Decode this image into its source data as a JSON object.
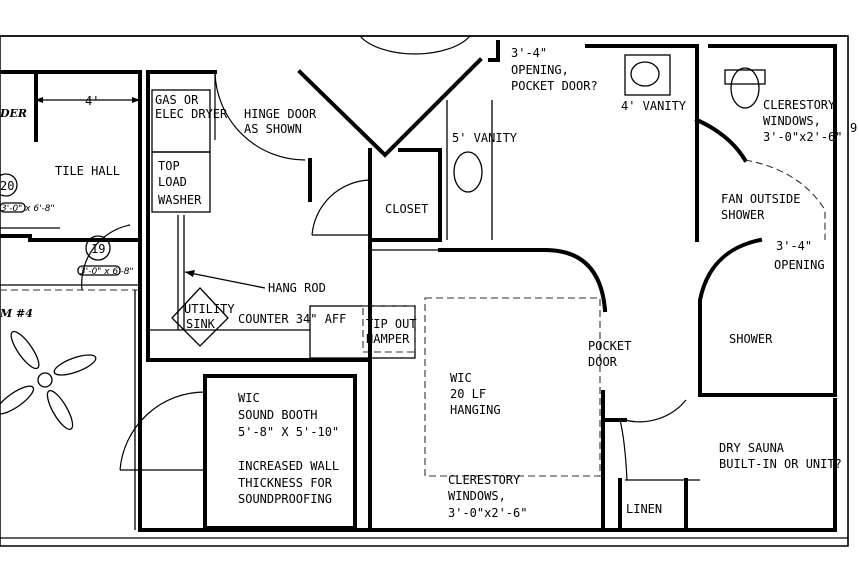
{
  "labels": {
    "dim_4": "4'",
    "tile_hall": "TILE HALL",
    "tag_20": "20",
    "tag_19": "19",
    "tag_19_sub": "3'-0\" x 6'-8\"",
    "tag_20_sub": "3'-0\" x 6'-8\"",
    "room_m4": "M #4",
    "gas_1": "GAS OR",
    "gas_2": "ELEC DRYER",
    "hinge_1": "HINGE DOOR",
    "hinge_2": "AS SHOWN",
    "top_1": "TOP",
    "top_2": "LOAD",
    "top_3": "WASHER",
    "hang_rod": "HANG ROD",
    "utility_1": "UTILITY",
    "utility_2": "SINK",
    "counter": "COUNTER 34\" AFF",
    "tip_1": "TIP OUT",
    "tip_2": "HAMPER",
    "closet": "CLOSET",
    "vanity5": "5' VANITY",
    "opening_1": "3'-4\"",
    "opening_2": "OPENING,",
    "opening_3": "POCKET DOOR?",
    "vanity4": "4' VANITY",
    "clere_1": "CLERESTORY",
    "clere_2": "WINDOWS,",
    "clere_3": "3'-0\"x2'-6\"",
    "fan_1": "FAN OUTSIDE",
    "fan_2": "SHOWER",
    "open2_1": "3'-4\"",
    "open2_2": "OPENING",
    "shower": "SHOWER",
    "pocket_1": "POCKET",
    "pocket_2": "DOOR",
    "wic_1": "WIC",
    "wic_2": "20 LF",
    "wic_3": "HANGING",
    "clere2_1": "CLERESTORY",
    "clere2_2": "WINDOWS,",
    "clere2_3": "3'-0\"x2'-6\"",
    "booth_1": "WIC",
    "booth_2": "SOUND BOOTH",
    "booth_3": "5'-8\" X 5'-10\"",
    "booth_4": "INCREASED WALL",
    "booth_5": "THICKNESS FOR",
    "booth_6": "SOUNDPROOFING",
    "sauna_1": "DRY SAUNA",
    "sauna_2": "BUILT-IN OR UNIT?",
    "linen": "LINEN",
    "edge_der": "DER",
    "edge_9": "9"
  }
}
